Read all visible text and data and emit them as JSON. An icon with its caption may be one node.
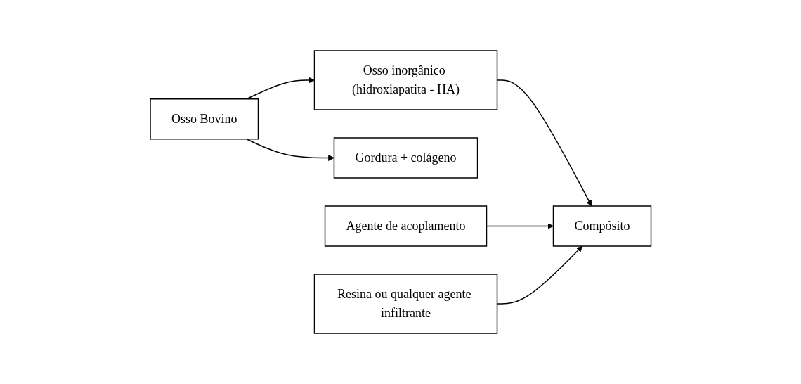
{
  "diagram": {
    "nodes": [
      {
        "text": [
          "Osso Bovino"
        ]
      },
      {
        "text": [
          "Osso inorgânico (hidroxiapatita - HA)"
        ]
      },
      {
        "text": [
          "Gordura + colágeno"
        ]
      },
      {
        "text": [
          "Agente de acoplamento"
        ]
      },
      {
        "text": [
          "Resina ou qualquer agente infiltrante"
        ]
      },
      {
        "text": [
          "Compósito"
        ]
      }
    ],
    "edges": [
      {
        "from": 0,
        "to": 1,
        "arrow": "to"
      },
      {
        "from": 0,
        "to": 2,
        "arrow": "to"
      },
      {
        "from": 1,
        "to": 5,
        "arrow": "to"
      },
      {
        "from": 3,
        "to": 5,
        "arrow": "to"
      },
      {
        "from": 4,
        "to": 5,
        "arrow": "to"
      }
    ]
  }
}
